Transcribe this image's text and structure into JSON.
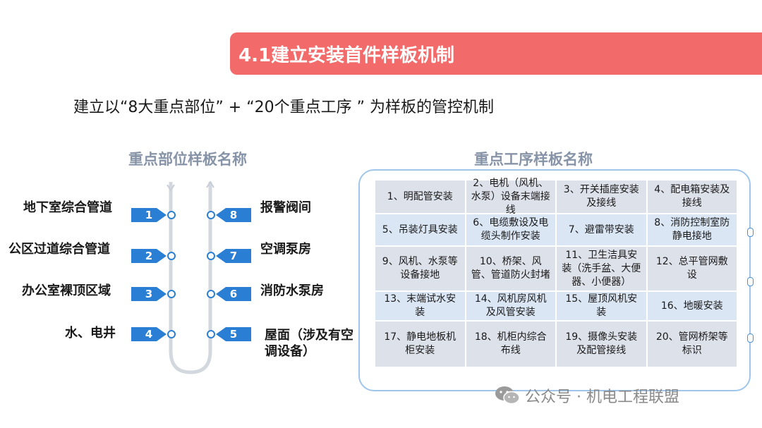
{
  "banner": {
    "title": "4.1建立安装首件样板机制"
  },
  "subtitle": "建立以“8大重点部位” + “20个重点工序 ” 为样板的管控机制",
  "left_section": {
    "title": "重点部位样板名称",
    "items": [
      {
        "num": "1",
        "label": "地下室综合管道"
      },
      {
        "num": "2",
        "label": "公区过道综合管道"
      },
      {
        "num": "3",
        "label": "办公室裸顶区域"
      },
      {
        "num": "4",
        "label": "水、电井"
      },
      {
        "num": "5",
        "label": "屋面（涉及有空调设备）"
      },
      {
        "num": "6",
        "label": "消防水泵房"
      },
      {
        "num": "7",
        "label": "空调泵房"
      },
      {
        "num": "8",
        "label": "报警阀间"
      }
    ]
  },
  "right_section": {
    "title": "重点工序样板名称",
    "cells": [
      "1、明配管安装",
      "2、电机（风机、水泵）设备末端接线",
      "3、开关插座安装及接线",
      "4、配电箱安装及接线",
      "5、吊装灯具安装",
      "6、电缆敷设及电缆头制作安装",
      "7、避雷带安装",
      "8、消防控制室防静电接地",
      "9、风机、水泵等设备接地",
      "10、桥架、风管、管道防火封堵",
      "11、卫生洁具安装（洗手盆、大便器、小便器）",
      "12、总平管网敷设",
      "13、末端试水安装",
      "14、风机房风机及风管安装",
      "15、屋顶风机安装",
      "16、地暖安装",
      "17、静电地板机柜安装",
      "18、机柜内综合布线",
      "19、摄像头安装及配管接线",
      "20、管网桥架等标识"
    ]
  },
  "watermark": {
    "text": "公众号 · 机电工程联盟",
    "icon": "wechat-icon"
  },
  "colors": {
    "banner": "#f26a6a",
    "tag": "#2a7fd4",
    "section_title": "#8794a8",
    "cell_a": "#dde1ea",
    "cell_b": "#dbe6f5",
    "panel_border": "#9fc6ea"
  }
}
